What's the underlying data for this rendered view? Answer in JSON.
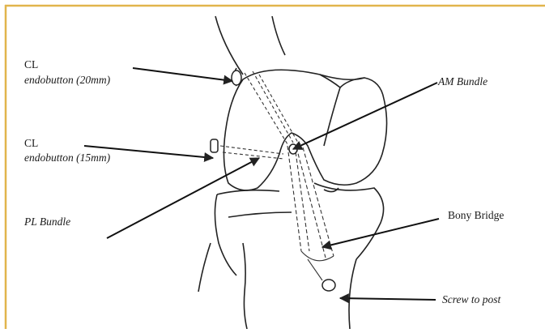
{
  "frame_color": "#E1B54C",
  "labels": {
    "cl_top": "CL",
    "endobutton_20": "endobutton (20mm)",
    "cl_mid": "CL",
    "endobutton_15": "endobutton (15mm)",
    "pl_bundle": "PL Bundle",
    "am_bundle": "AM Bundle",
    "bony_bridge": "Bony Bridge",
    "screw_to_post": "Screw to post"
  }
}
